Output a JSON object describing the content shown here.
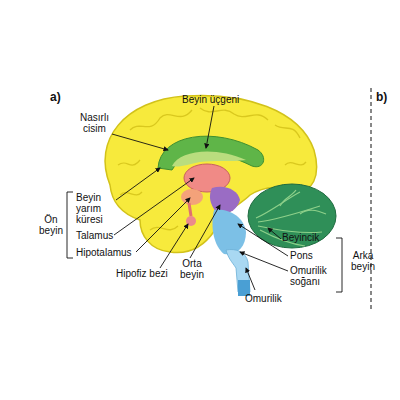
{
  "diagram": {
    "labels": [
      "a)",
      "Beyin üçgeni",
      "Nasırlı cisim",
      "Beyin yarım küresi",
      "Ön beyin",
      "Talamus",
      "Hipotalamus",
      "Hipofiz bezi",
      "Orta beyin",
      "Omurilik",
      "Beyincik",
      "Pons",
      "Omurilik soğanı",
      "Arka beyin",
      "b)"
    ]
  }
}
